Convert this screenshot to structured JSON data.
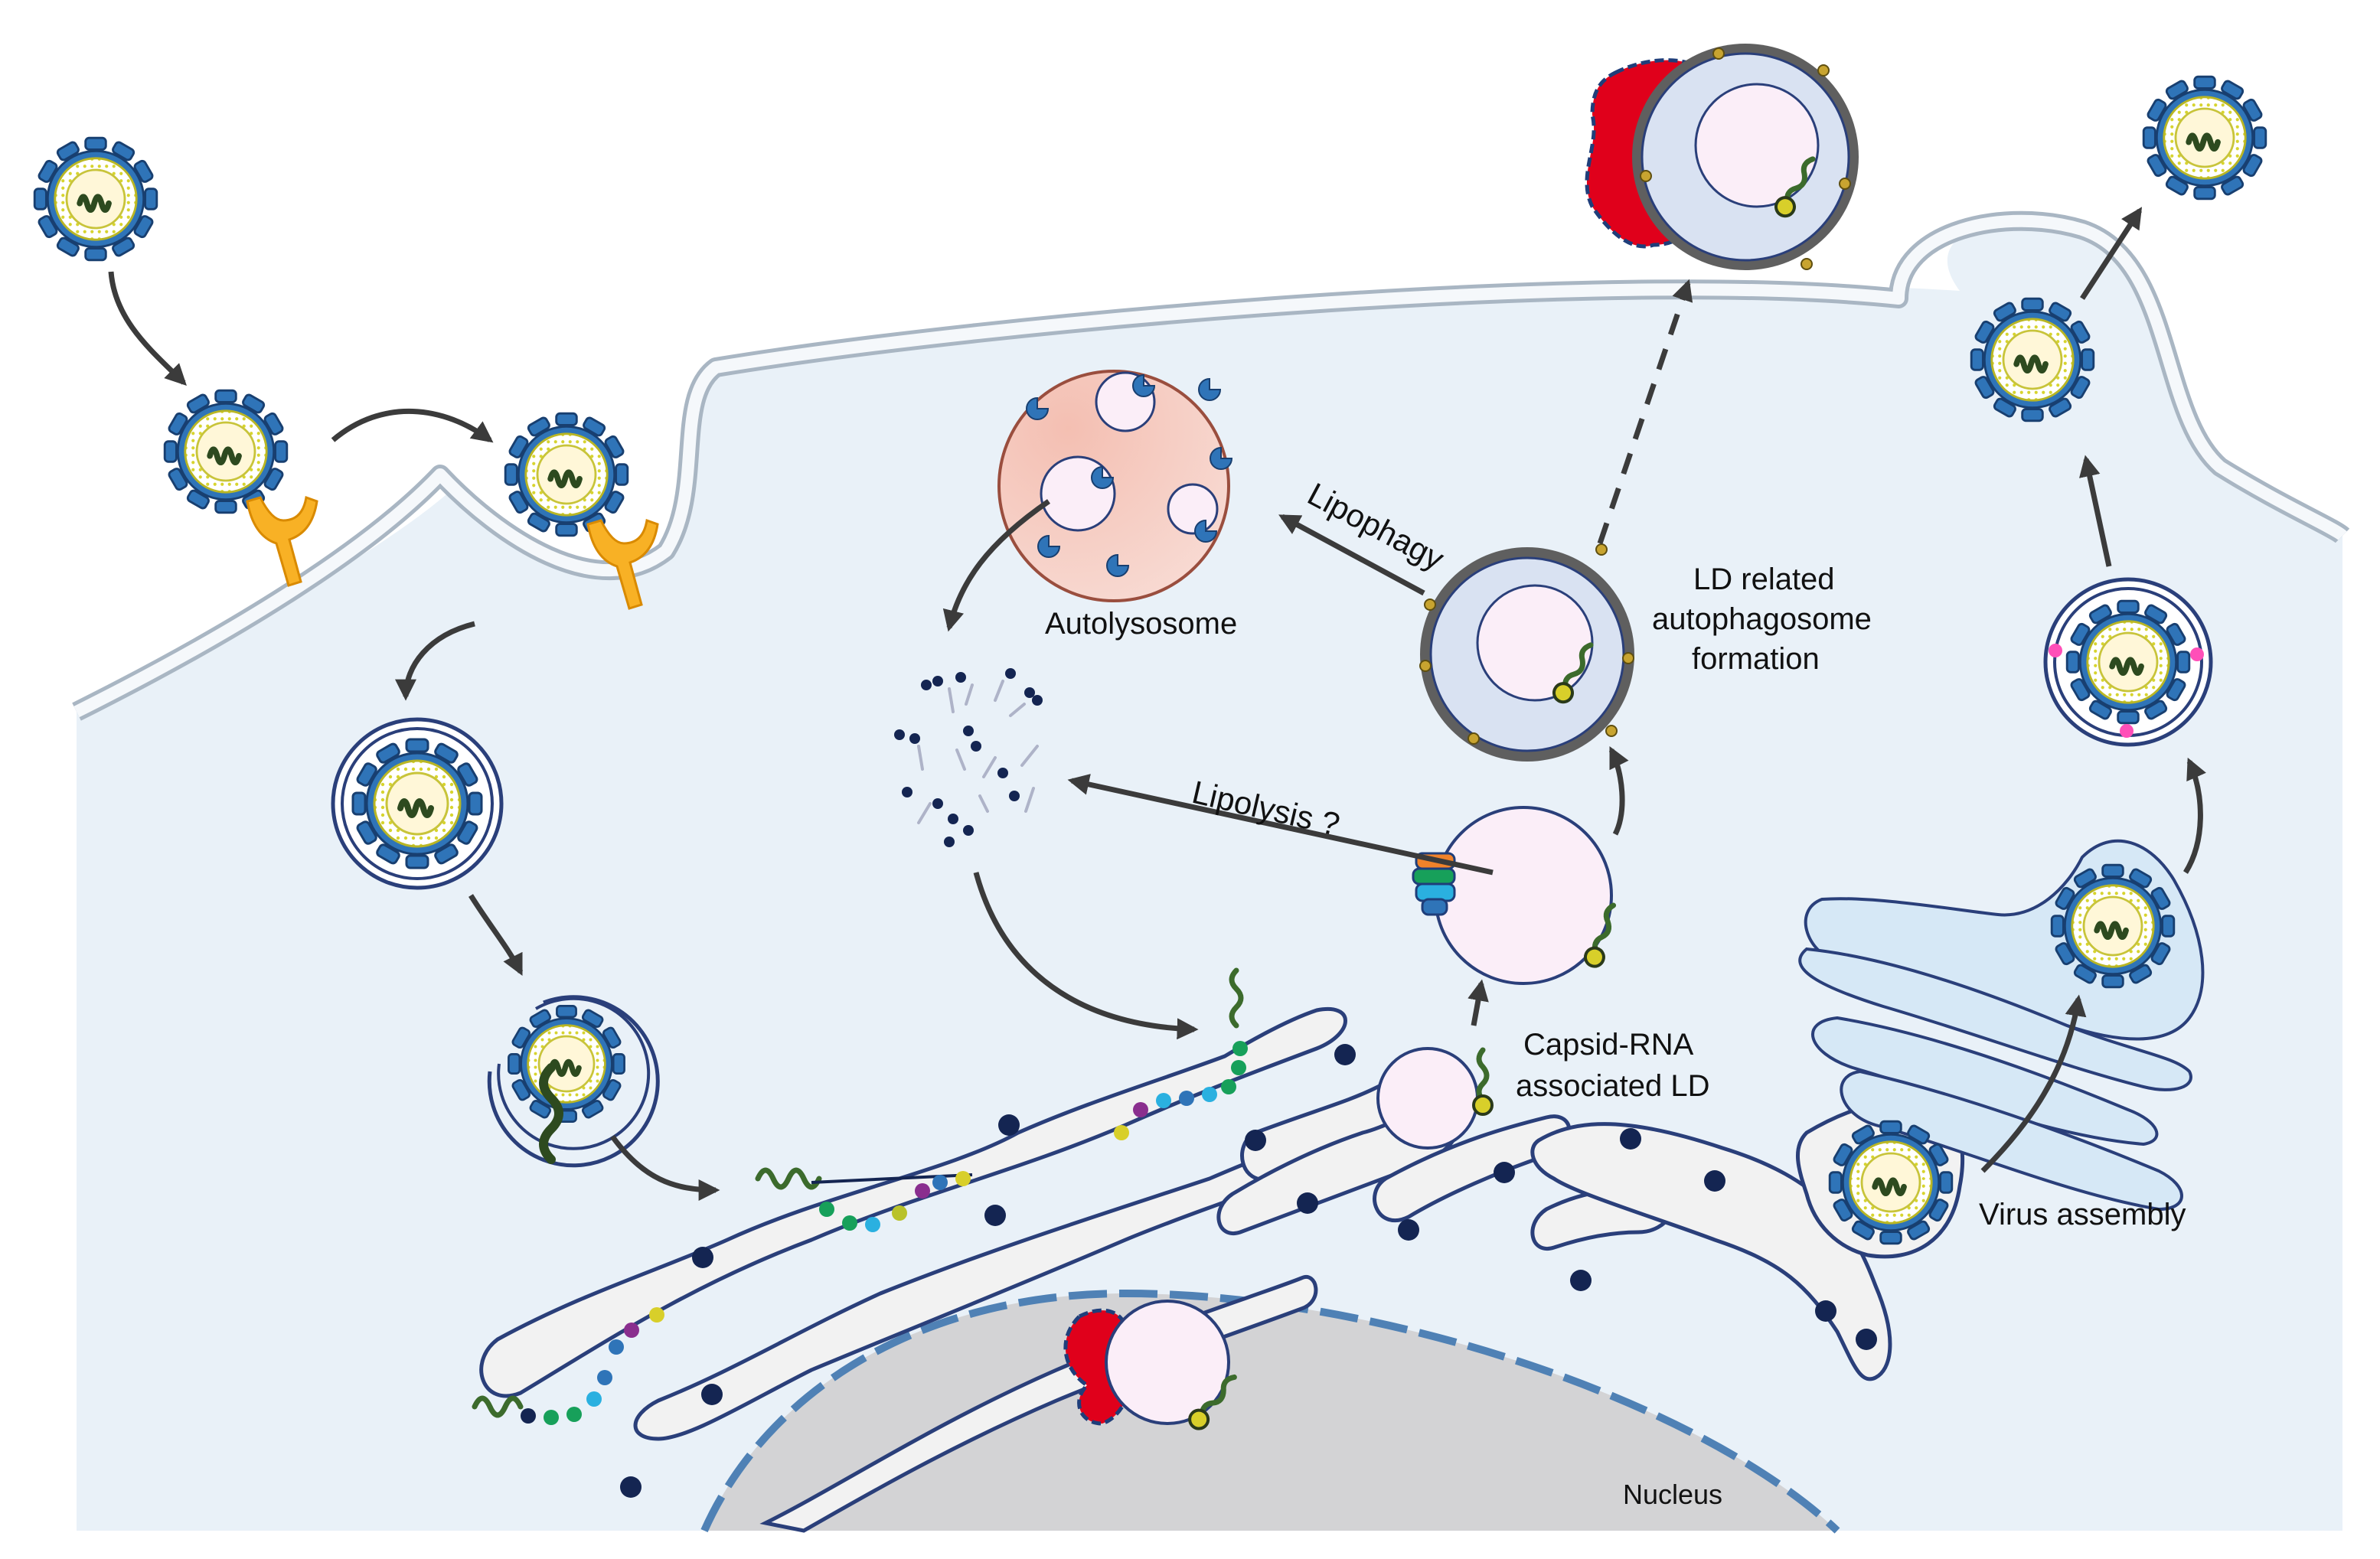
{
  "labels": {
    "autolysosome": "Autolysosome",
    "lipophagy": "Lipophagy",
    "ld_related_line1": "LD related",
    "ld_related_line2": "autophagosome",
    "ld_related_line3": "formation",
    "lipolysis": "Lipolysis ?",
    "capsid_rna_line1": "Capsid-RNA",
    "capsid_rna_line2": "associated LD",
    "virus_assembly": "Virus assembly",
    "nucleus": "Nucleus"
  },
  "colors": {
    "cytoplasm": "#e9f1f8",
    "membrane_outline": "#a9b6c3",
    "er_fill": "#f2f2f2",
    "er_outline": "#2a3f7a",
    "nucleus_fill": "#d3d3d5",
    "nuclear_envelope": "#4f81b5",
    "lipid_droplet": "#fbeef8",
    "autolysosome": "#f1b3a6",
    "virus_capsid": "#2f74b8",
    "virus_lipid": "#e2df3a",
    "rna": "#3c6b2c",
    "ribosome": "#142552",
    "arrow": "#3b3b3b",
    "red_protein": "#e0001b"
  }
}
